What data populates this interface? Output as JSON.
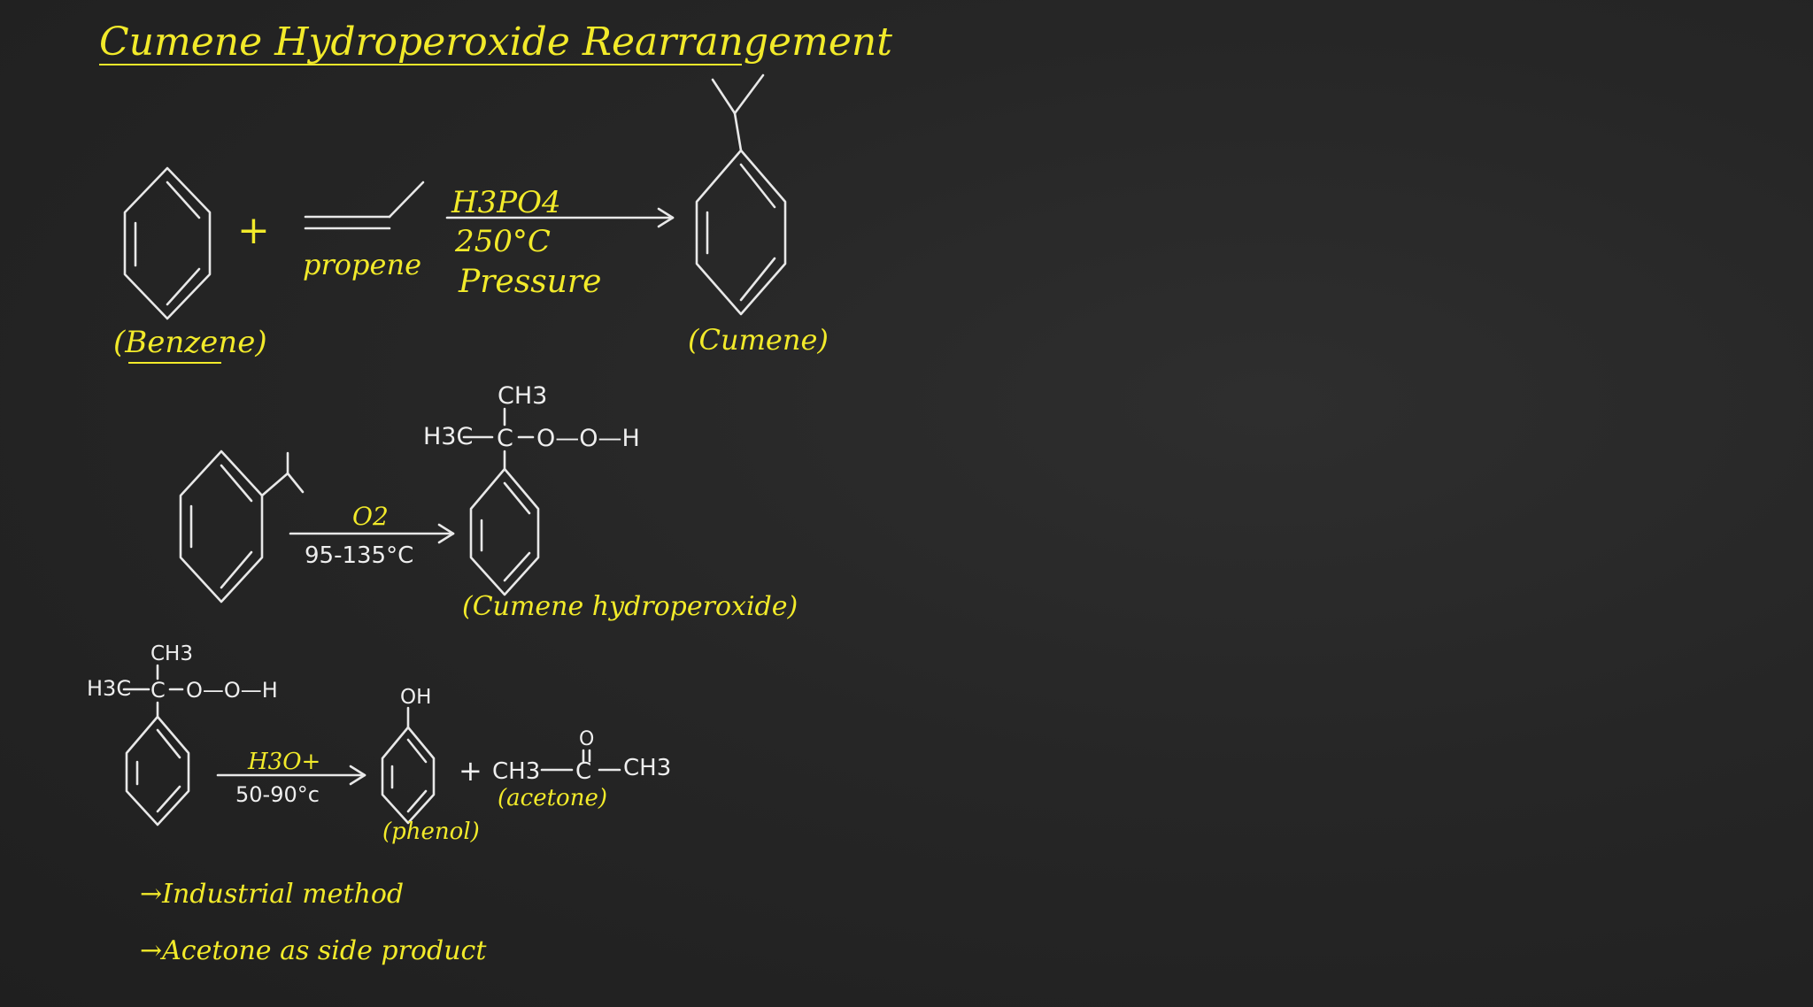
{
  "title": "Cumene Hydroperoxide Rearrangement",
  "reaction1": {
    "plus": "+",
    "benzene_label": "(Benzene)",
    "propene_label": "propene",
    "cond1": "H3PO4",
    "cond2": "250°C",
    "cond3": "Pressure",
    "product_label": "(Cumene)"
  },
  "reaction2": {
    "reagent": "O2",
    "temp": "95-135°C",
    "ch3": "CH3",
    "chain_left": "H3C",
    "chain_c": "C",
    "chain_rest": "O—O—H",
    "product_label": "(Cumene hydroperoxide)"
  },
  "reaction3": {
    "ch3": "CH3",
    "chain_left": "H3C",
    "chain_c": "C",
    "chain_rest": "O—O—H",
    "reagent": "H3O+",
    "temp": "50-90°c",
    "oh": "OH",
    "phenol_label": "(phenol)",
    "plus": "+",
    "acetone_left": "CH3",
    "acetone_c": "C",
    "acetone_o": "O",
    "acetone_right": "CH3",
    "acetone_label": "(acetone)"
  },
  "notes": [
    "→Industrial method",
    "→Acetone as side product"
  ]
}
